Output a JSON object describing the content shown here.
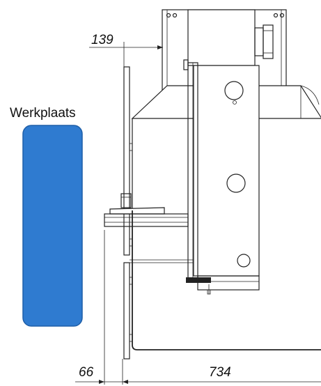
{
  "labels": {
    "area_name": "Werkplaats",
    "dim_top": "139",
    "dim_bottom_left": "66",
    "dim_bottom_right": "734"
  },
  "colors": {
    "workspace_fill": "#2f7bd0",
    "workspace_stroke": "#1f5fa8",
    "line": "#222222"
  }
}
